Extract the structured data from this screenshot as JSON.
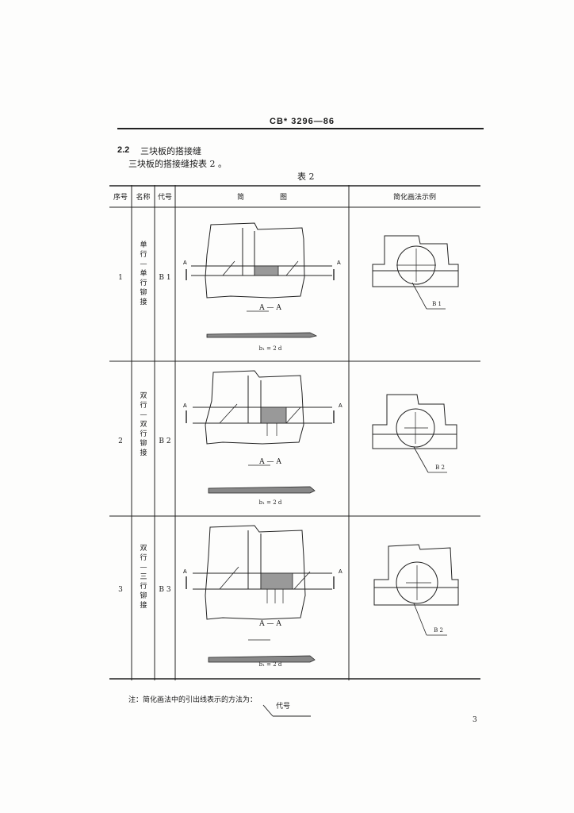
{
  "header": {
    "standard_no": "CB* 3296—86"
  },
  "section": {
    "number": "2.2",
    "title": "三块板的搭接缝",
    "intro": "三块板的搭接缝按表 2 。"
  },
  "table": {
    "caption": "表 2",
    "headers": {
      "seq": "序号",
      "name": "名称",
      "code": "代号",
      "diagram": "简　　　　　图",
      "simplified": "简化画法示例"
    },
    "rows": [
      {
        "seq": "1",
        "name": "单行—单行铆接",
        "code": "B 1",
        "section_label": "A — A",
        "formula": "b₁ = 2 d",
        "callout": "B 1"
      },
      {
        "seq": "2",
        "name": "双行—双行铆接",
        "code": "B 2",
        "section_label": "A — A",
        "formula": "b₁ = 2 d",
        "callout": "B 2"
      },
      {
        "seq": "3",
        "name": "双行—三行铆接",
        "code": "B 3",
        "section_label": "A — A",
        "formula": "b₁ = 2 d",
        "callout": "B 2"
      }
    ],
    "section_mark": "A"
  },
  "note": {
    "text": "注：简化画法中的引出线表示的方法为：",
    "symbol_label": "代号"
  },
  "page_number": "3"
}
